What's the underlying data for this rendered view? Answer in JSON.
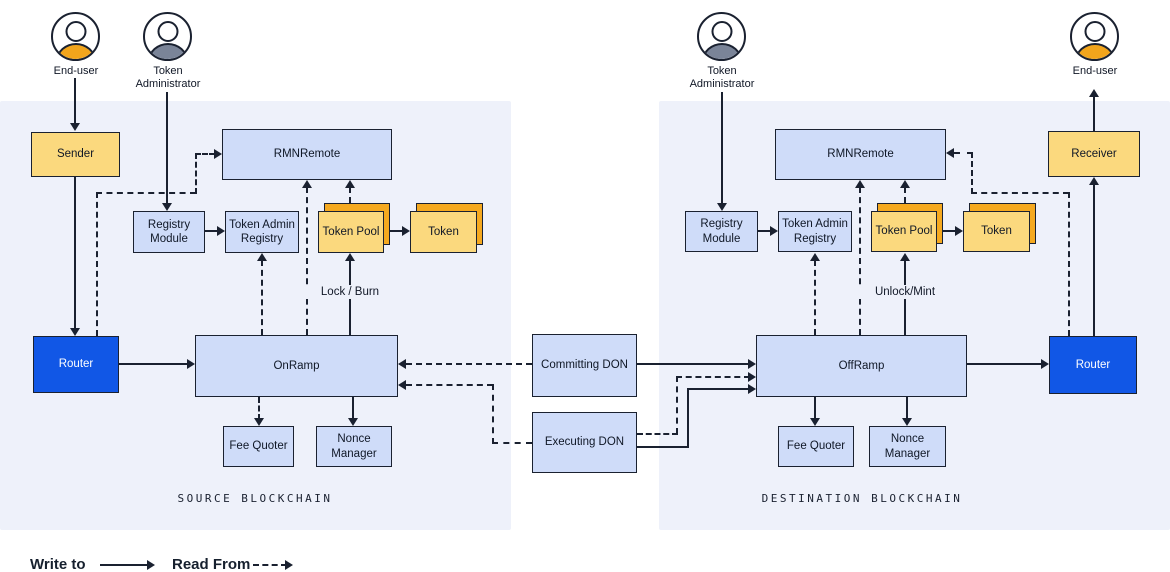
{
  "actors": {
    "end_user": "End-user",
    "token_administrator": "Token Administrator"
  },
  "source": {
    "region_label": "SOURCE BLOCKCHAIN",
    "sender": "Sender",
    "rmn_remote": "RMNRemote",
    "registry_module": "Registry Module",
    "token_admin_registry": "Token Admin Registry",
    "token_pool": "Token Pool",
    "token": "Token",
    "router": "Router",
    "onramp": "OnRamp",
    "fee_quoter": "Fee Quoter",
    "nonce_manager": "Nonce Manager",
    "lock_burn_label": "Lock / Burn"
  },
  "offchain": {
    "committing_don": "Committing DON",
    "executing_don": "Executing DON"
  },
  "destination": {
    "region_label": "DESTINATION BLOCKCHAIN",
    "rmn_remote": "RMNRemote",
    "registry_module": "Registry Module",
    "token_admin_registry": "Token Admin Registry",
    "token_pool": "Token Pool",
    "token": "Token",
    "offramp": "OffRamp",
    "fee_quoter": "Fee Quoter",
    "nonce_manager": "Nonce Manager",
    "router": "Router",
    "receiver": "Receiver",
    "unlock_mint_label": "Unlock/Mint"
  },
  "legend": {
    "write_to": "Write to",
    "read_from": "Read From"
  },
  "colors": {
    "panel_background": "#EEF1FA",
    "contract_blue": "#CFDCF9",
    "contract_yellow": "#FBD97E",
    "stack_orange": "#F5A91F",
    "router_blue": "#1157E6",
    "line": "#1A2130"
  }
}
